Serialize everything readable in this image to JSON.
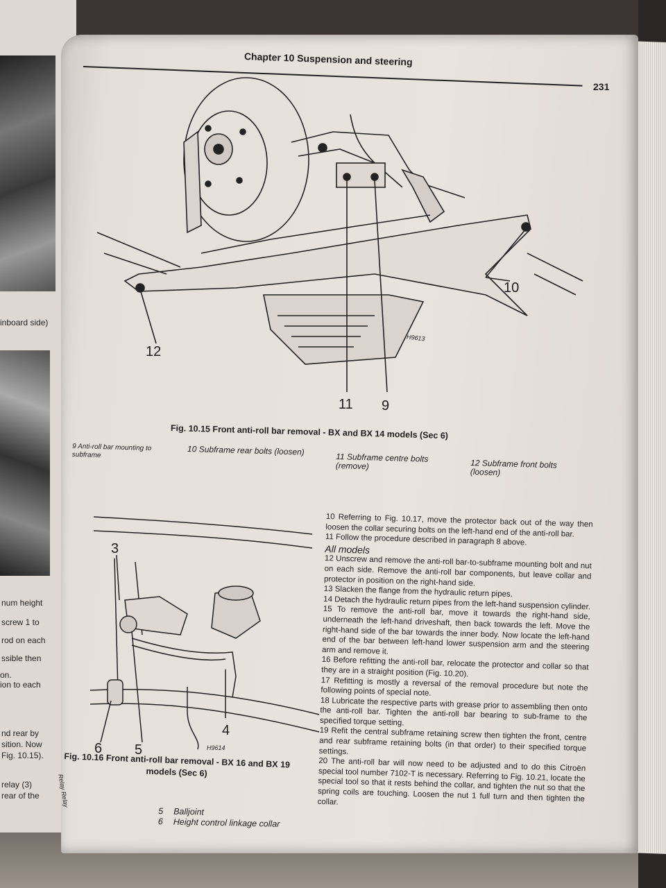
{
  "header": {
    "chapter_title": "Chapter 10 Suspension and steering",
    "page_number": "231"
  },
  "figure_15": {
    "caption": "Fig. 10.15 Front anti-roll bar removal - BX and BX 14 models (Sec 6)",
    "callouts": [
      "12",
      "11",
      "9",
      "10"
    ],
    "drawing_code": "H9613",
    "legend": [
      {
        "num": "9",
        "text": "Anti-roll bar mounting to subframe"
      },
      {
        "num": "10",
        "text": "Subframe rear bolts (loosen)"
      },
      {
        "num": "11",
        "text": "Subframe centre bolts (remove)"
      },
      {
        "num": "12",
        "text": "Subframe front bolts (loosen)"
      }
    ]
  },
  "figure_16": {
    "caption_line1": "Fig. 10.16 Front anti-roll bar removal - BX 16 and BX 19",
    "caption_line2": "models (Sec 6)",
    "callouts": [
      "3",
      "4",
      "6",
      "5"
    ],
    "drawing_code": "H9614",
    "legend": [
      {
        "num": "5",
        "text": "Balljoint"
      },
      {
        "num": "6",
        "text": "Height control linkage collar"
      }
    ],
    "side_label": "Relay Relay"
  },
  "body": {
    "p10": "10 Referring to Fig. 10.17, move the protector back out of the way then loosen the collar securing bolts on the left-hand end of the anti-roll bar.",
    "p11": "11 Follow the procedure described in paragraph 8 above.",
    "subheading": "All models",
    "p12": "12 Unscrew and remove the anti-roll bar-to-subframe mounting bolt and nut on each side. Remove the anti-roll bar components, but leave collar and protector in position on the right-hand side.",
    "p13": "13 Slacken the flange from the hydraulic return pipes.",
    "p14": "14 Detach the hydraulic return pipes from the left-hand suspension cylinder.",
    "p15": "15 To remove the anti-roll bar, move it towards the right-hand side, underneath the left-hand driveshaft, then back towards the left. Move the right-hand side of the bar towards the inner body. Now locate the left-hand end of the bar between left-hand lower suspension arm and the steering arm and remove it.",
    "p16": "16 Before refitting the anti-roll bar, relocate the protector and collar so that they are in a straight position (Fig. 10.20).",
    "p17": "17 Refitting is mostly a reversal of the removal procedure but note the following points of special note.",
    "p18": "18 Lubricate the respective parts with grease prior to assembling then onto the anti-roll bar. Tighten the anti-roll bar bearing to sub-frame to the specified torque setting.",
    "p19": "19 Refit the central subframe retaining screw then tighten the front, centre and rear subframe retaining bolts (in that order) to their specified torque settings.",
    "p20": "20 The anti-roll bar will now need to be adjusted and to do this Citroën special tool number 7102-T is necessary. Referring to Fig. 10.21, locate the special tool so that it rests behind the collar, and tighten the nut so that the spring coils are touching. Loosen the nut 1 full turn and then tighten the collar."
  },
  "left_page": {
    "fragments": [
      "inboard side)",
      "num height",
      "screw 1 to",
      "rod on each",
      "ssible then",
      "on.",
      "ion to each",
      "nd rear by",
      "sition. Now",
      "Fig. 10.15).",
      "relay (3)",
      "rear of the"
    ]
  }
}
